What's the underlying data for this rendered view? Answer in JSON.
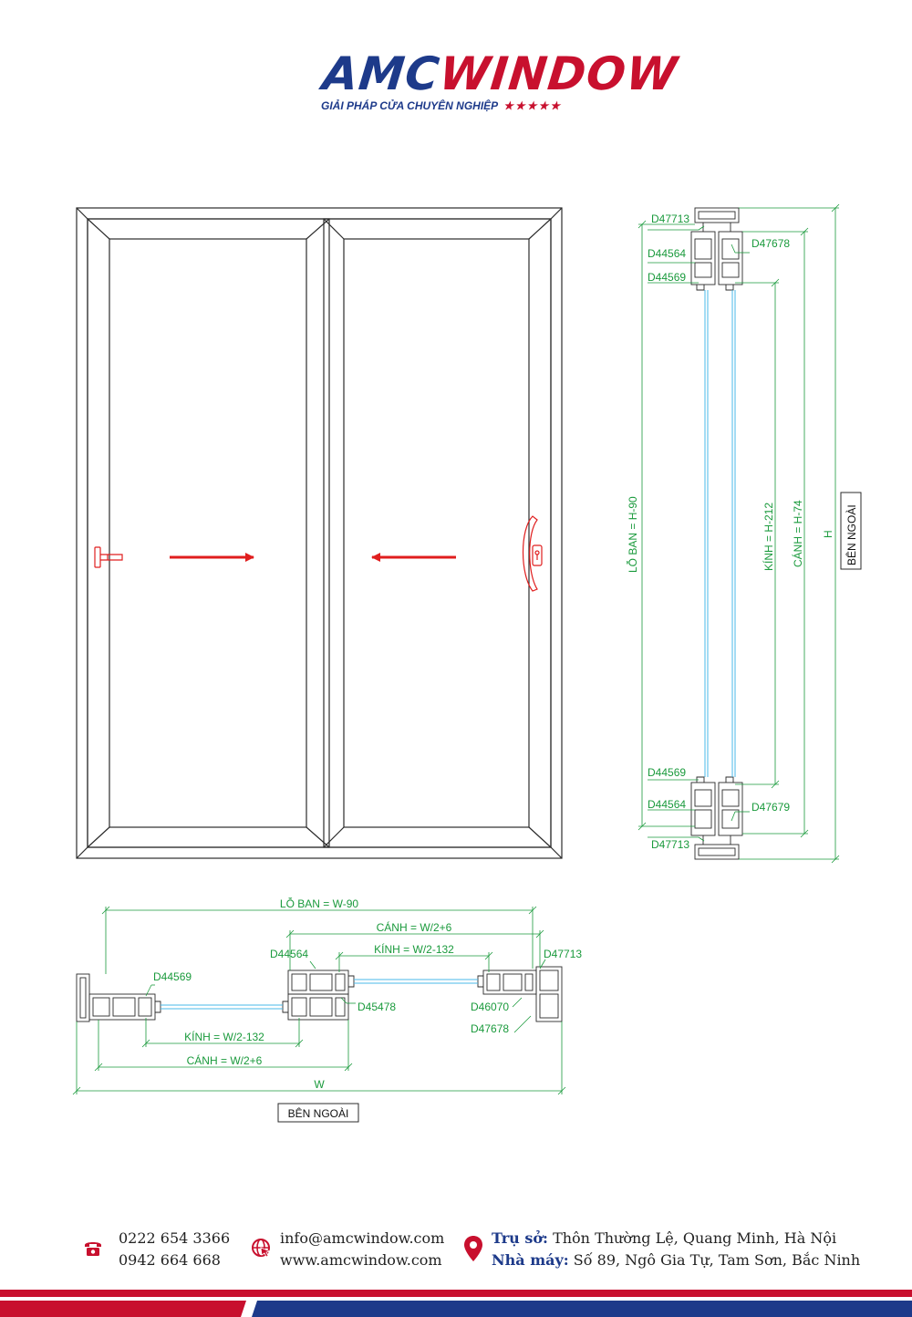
{
  "brand": {
    "name_part1": "AMC",
    "name_part2": "WINDOW",
    "tagline": "GIẢI PHÁP CỬA CHUYÊN NGHIỆP",
    "stars": "★★★★★",
    "primary_color": "#1d3a8a",
    "accent_color": "#c8102e"
  },
  "drawing": {
    "line_color": "#2b2b2b",
    "dim_color": "#1a9a3c",
    "glass_color": "#4ab8e8",
    "arrow_color": "#e01e1e"
  },
  "vertical_section": {
    "labels": {
      "top_frame": "D47713",
      "top_sash_left": "D44564",
      "top_sash_right": "D47678",
      "top_bead": "D44569",
      "bottom_bead": "D44569",
      "bottom_sash_left": "D44564",
      "bottom_sash_right": "D47679",
      "bottom_frame": "D47713"
    },
    "dims": {
      "opening": "LỖ BAN = H-90",
      "glass": "KÍNH = H-212",
      "sash": "CÁNH = H-74",
      "height": "H"
    },
    "outside": "BÊN NGOÀI"
  },
  "horizontal_section": {
    "labels": {
      "bead": "D44569",
      "interlock_top": "D44564",
      "interlock_bottom": "D45478",
      "frame_right": "D47713",
      "sash_right": "D46070",
      "track_right": "D47678"
    },
    "dims": {
      "opening": "LỖ BAN = W-90",
      "sash_right": "CÁNH = W/2+6",
      "glass_right": "KÍNH = W/2-132",
      "glass_left": "KÍNH = W/2-132",
      "sash_left": "CÁNH = W/2+6",
      "width": "W"
    },
    "outside": "BÊN NGOÀI"
  },
  "footer": {
    "phone1": "0222 654 3366",
    "phone2": "0942 664 668",
    "email": "info@amcwindow.com",
    "website": "www.amcwindow.com",
    "hq_label": "Trụ sở:",
    "hq_address": "Thôn Thường Lệ, Quang Minh, Hà Nội",
    "factory_label": "Nhà máy:",
    "factory_address": "Số 89, Ngô Gia Tự, Tam Sơn, Bắc Ninh"
  }
}
